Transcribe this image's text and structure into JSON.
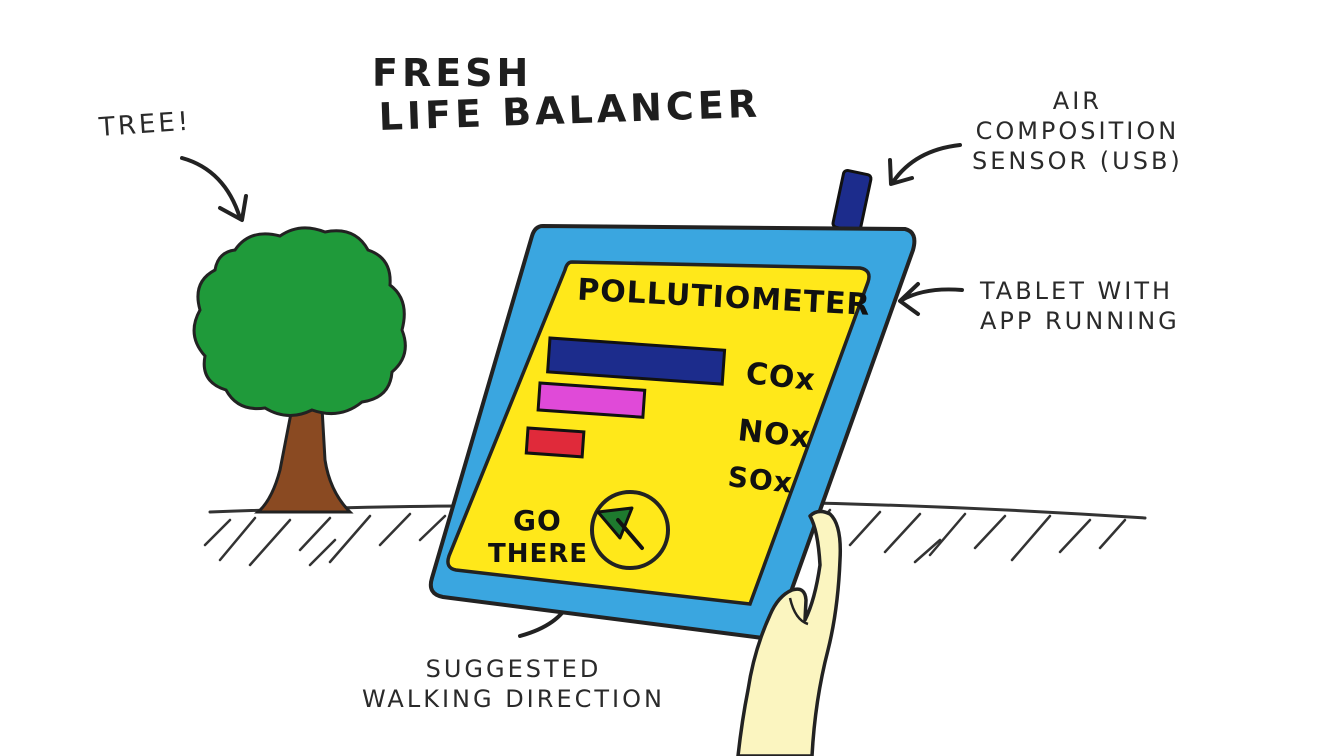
{
  "title": {
    "line1": "FRESH",
    "line2": "LIFE BALANCER"
  },
  "labels": {
    "tree": "TREE!",
    "sensor": "AIR\nCOMPOSITION\nSENSOR (USB)",
    "tablet": "TABLET WITH\nAPP RUNNING",
    "direction": "SUGGESTED\nWALKING DIRECTION"
  },
  "app": {
    "title": "POLLUTIOMETER",
    "bars": [
      {
        "label": "COx",
        "level": 1.0,
        "color": "#1c2c8c"
      },
      {
        "label": "NOx",
        "level": 0.6,
        "color": "#e04ad8"
      },
      {
        "label": "SOx",
        "level": 0.32,
        "color": "#e02a3a"
      }
    ],
    "go_label_1": "GO",
    "go_label_2": "THERE"
  },
  "colors": {
    "tree_foliage": "#1f9a3a",
    "tree_trunk": "#8a4a22",
    "tablet_frame": "#3aa6e0",
    "tablet_screen": "#ffe81a",
    "sensor": "#1c2c8c",
    "direction_arrow": "#1e7a2e",
    "hand": "#fbf5c0"
  }
}
